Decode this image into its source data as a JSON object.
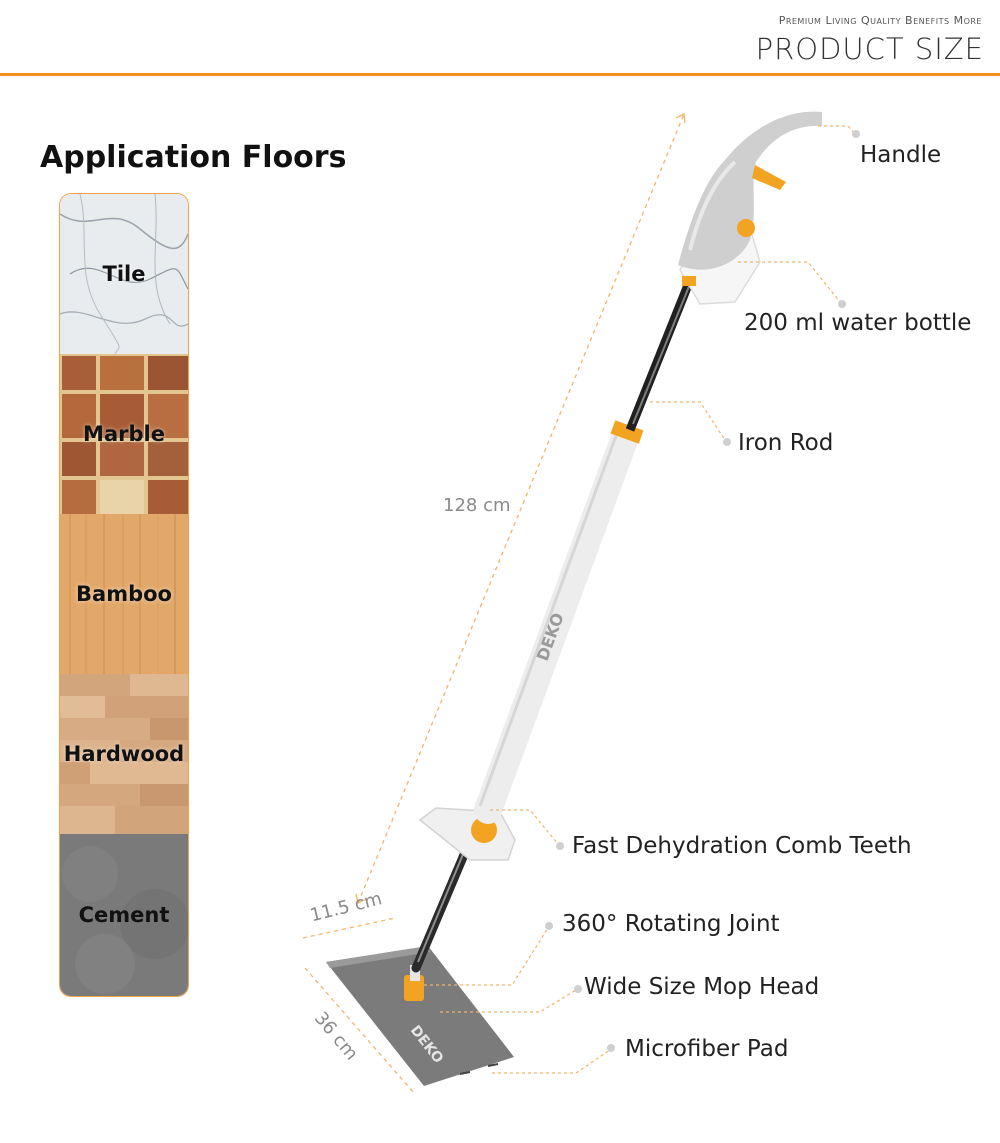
{
  "header": {
    "tagline": "Premium Living Quality Benefits More",
    "title": "PRODUCT SIZE"
  },
  "floors": {
    "title": "Application Floors",
    "items": [
      {
        "label": "Tile"
      },
      {
        "label": "Marble"
      },
      {
        "label": "Bamboo"
      },
      {
        "label": "Hardwood"
      },
      {
        "label": "Cement"
      }
    ]
  },
  "callouts": {
    "handle": "Handle",
    "water_bottle": "200 ml water bottle",
    "iron_rod": "Iron Rod",
    "comb_teeth": "Fast Dehydration Comb Teeth",
    "rotating_joint": "360° Rotating Joint",
    "mop_head": "Wide Size Mop Head",
    "microfiber_pad": "Microfiber Pad"
  },
  "dimensions": {
    "length": "128 cm",
    "width": "11.5 cm",
    "depth": "36 cm"
  },
  "branding": {
    "logo_text": "DEKO"
  },
  "colors": {
    "accent": "#f3901f",
    "mop_gray": "#7b7b7b",
    "body_white": "#f4f4f4"
  }
}
